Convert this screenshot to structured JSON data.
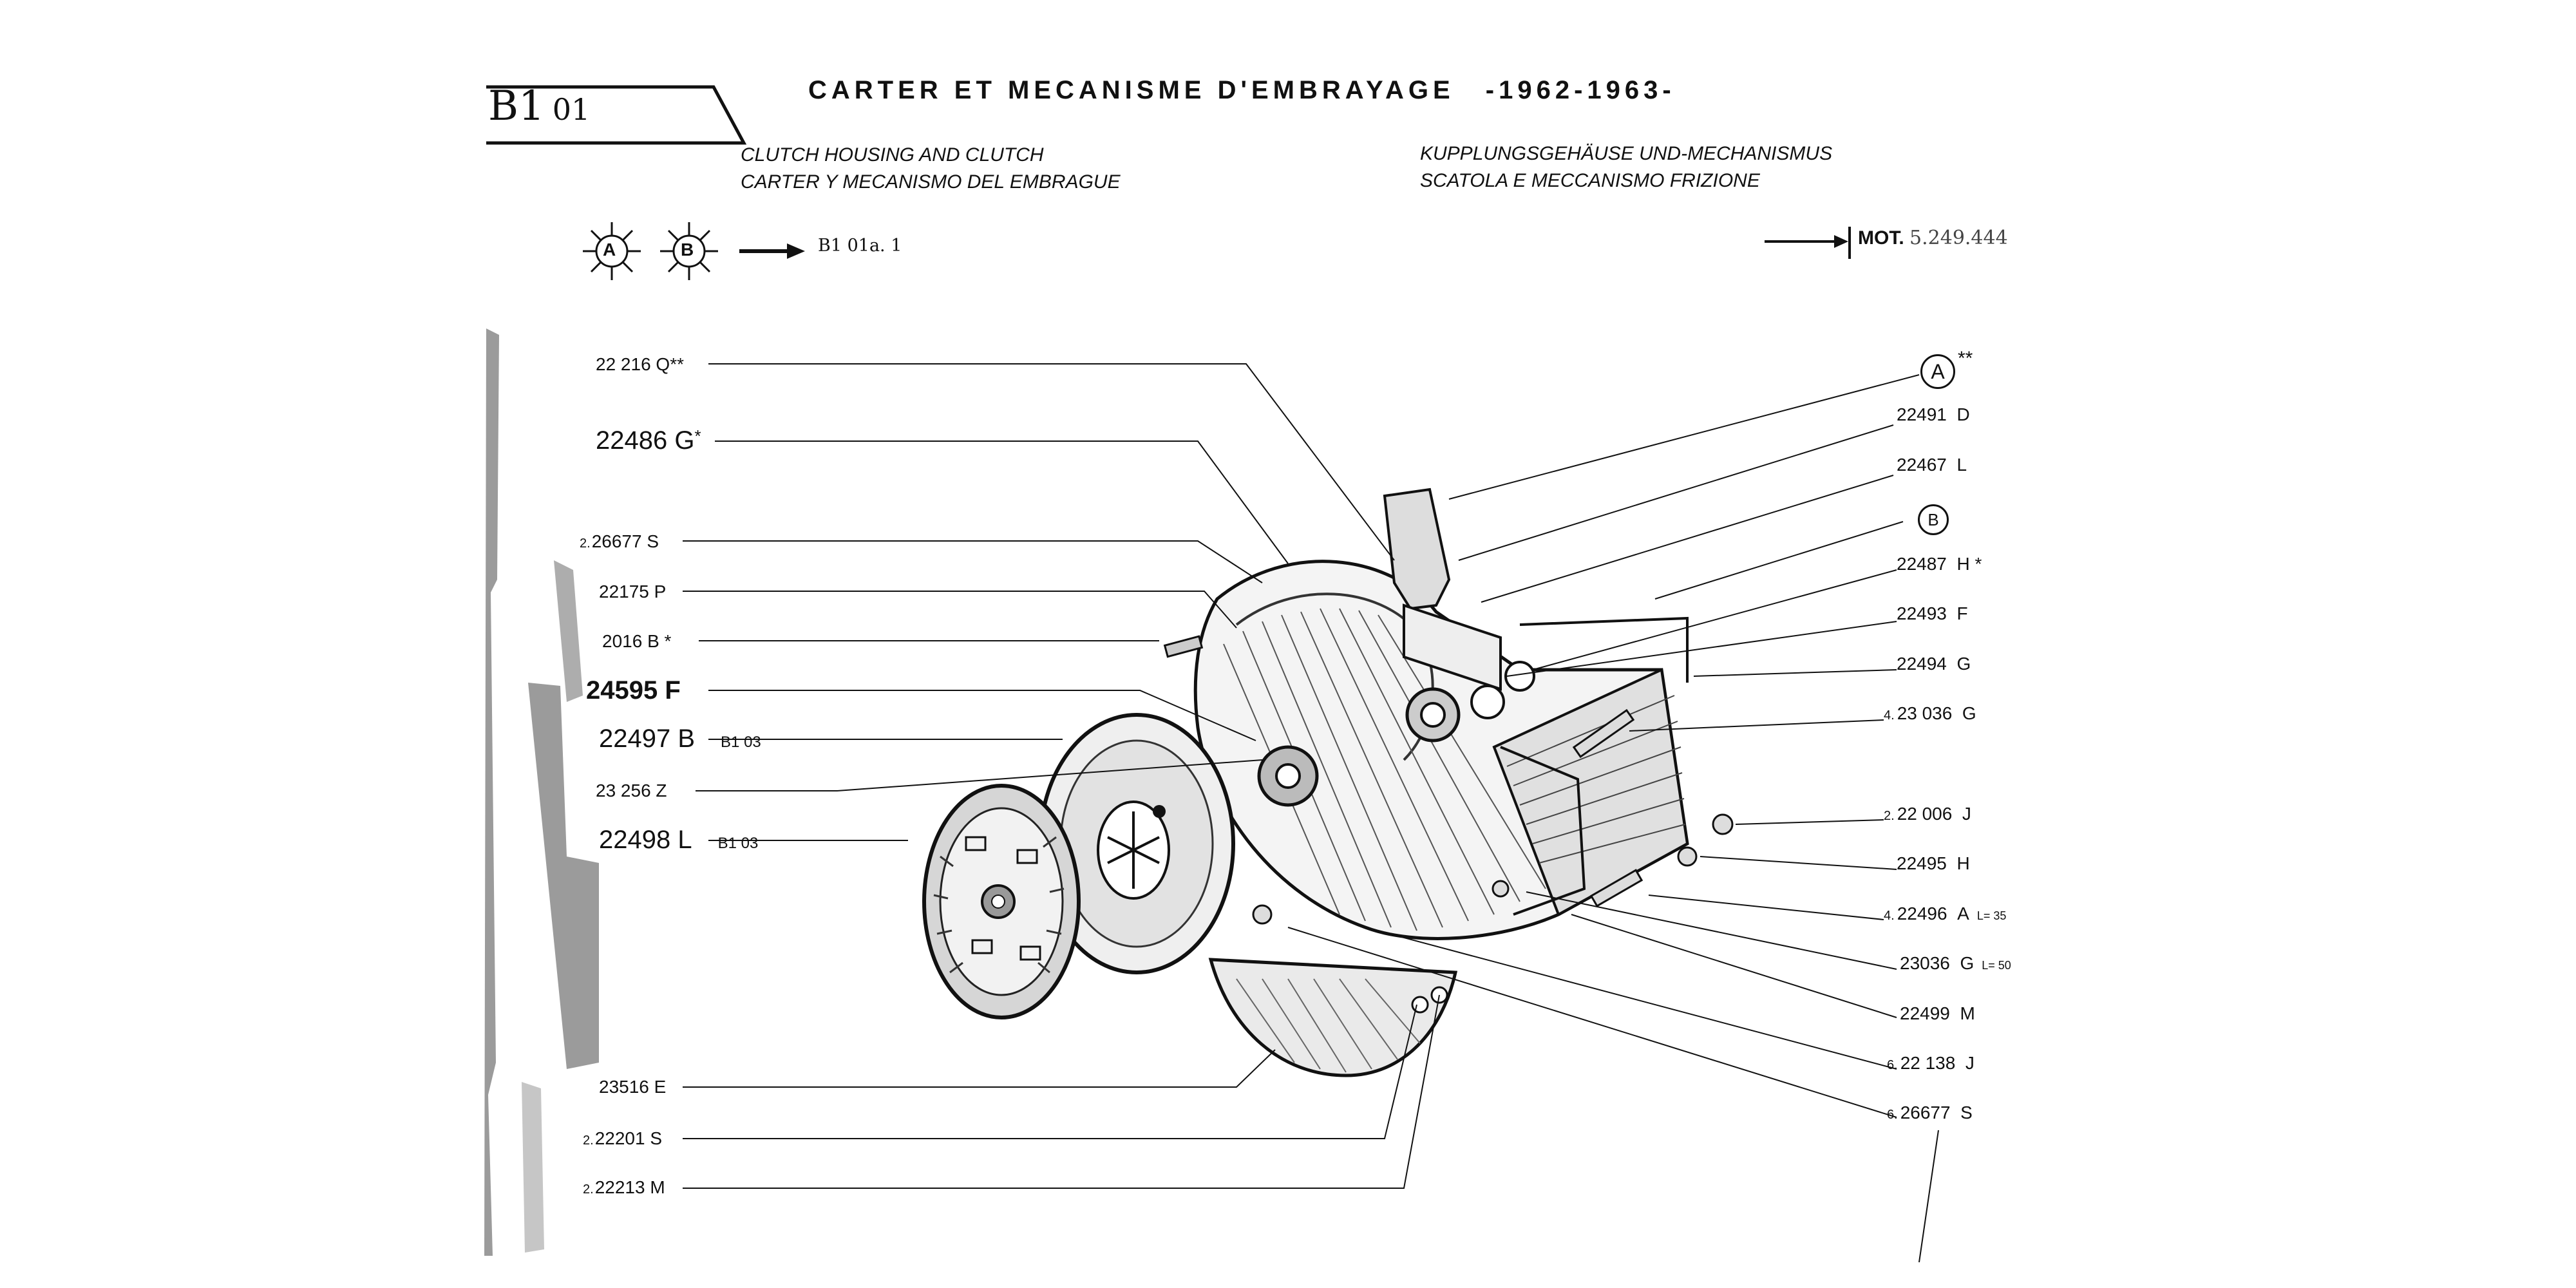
{
  "header": {
    "plate_prefix": "B1",
    "plate_number": "01",
    "title_fr": "CARTER ET MECANISME D'EMBRAYAGE",
    "years": "-1962-1963-",
    "subtitle_en": "CLUTCH HOUSING AND CLUTCH",
    "subtitle_es": "CARTER Y MECANISMO DEL EMBRAGUE",
    "subtitle_de": "KUPPLUNGSGEHÄUSE UND-MECHANISMUS",
    "subtitle_it": "SCATOLA E MECCANISMO FRIZIONE"
  },
  "legend": {
    "marker_a": "A",
    "marker_b": "B",
    "ref": "B1 01a. 1",
    "mot_label": "MOT.",
    "mot_number": "5.249.444"
  },
  "callouts": {
    "marker_a": "A",
    "marker_a_stars": "**",
    "marker_b": "B"
  },
  "parts_left": [
    {
      "qty": "",
      "number": "22 216",
      "suffix": "Q",
      "stars": "**",
      "note": ""
    },
    {
      "qty": "",
      "number": "22486",
      "suffix": "G",
      "stars": "*",
      "note": ""
    },
    {
      "qty": "2.",
      "number": "26677",
      "suffix": "S",
      "stars": "",
      "note": ""
    },
    {
      "qty": "",
      "number": "22175",
      "suffix": "P",
      "stars": "",
      "note": ""
    },
    {
      "qty": "",
      "number": "2016",
      "suffix": "B",
      "stars": "*",
      "note": ""
    },
    {
      "qty": "",
      "number": "24595",
      "suffix": "F",
      "stars": "",
      "note": ""
    },
    {
      "qty": "",
      "number": "22497",
      "suffix": "B",
      "stars": "",
      "note": "B1 03"
    },
    {
      "qty": "",
      "number": "23 256",
      "suffix": "Z",
      "stars": "",
      "note": ""
    },
    {
      "qty": "",
      "number": "22498",
      "suffix": "L",
      "stars": "",
      "note": "B1 03"
    },
    {
      "qty": "",
      "number": "23516",
      "suffix": "E",
      "stars": "",
      "note": ""
    },
    {
      "qty": "2.",
      "number": "22201",
      "suffix": "S",
      "stars": "",
      "note": ""
    },
    {
      "qty": "2.",
      "number": "22213",
      "suffix": "M",
      "stars": "",
      "note": ""
    }
  ],
  "parts_right": [
    {
      "qty": "",
      "number": "22491",
      "suffix": "D",
      "note": ""
    },
    {
      "qty": "",
      "number": "22467",
      "suffix": "L",
      "note": ""
    },
    {
      "qty": "",
      "number": "22487",
      "suffix": "H *",
      "note": ""
    },
    {
      "qty": "",
      "number": "22493",
      "suffix": "F",
      "note": ""
    },
    {
      "qty": "",
      "number": "22494",
      "suffix": "G",
      "note": ""
    },
    {
      "qty": "4.",
      "number": "23 036",
      "suffix": "G",
      "note": ""
    },
    {
      "qty": "2.",
      "number": "22 006",
      "suffix": "J",
      "note": ""
    },
    {
      "qty": "",
      "number": "22495",
      "suffix": "H",
      "note": ""
    },
    {
      "qty": "4.",
      "number": "22496",
      "suffix": "A",
      "note": "L= 35"
    },
    {
      "qty": "",
      "number": "23036",
      "suffix": "G",
      "note": "L= 50"
    },
    {
      "qty": "",
      "number": "22499",
      "suffix": "M",
      "note": ""
    },
    {
      "qty": "6.",
      "number": "22 138",
      "suffix": "J",
      "note": ""
    },
    {
      "qty": "6.",
      "number": "26677",
      "suffix": "S",
      "note": ""
    }
  ]
}
